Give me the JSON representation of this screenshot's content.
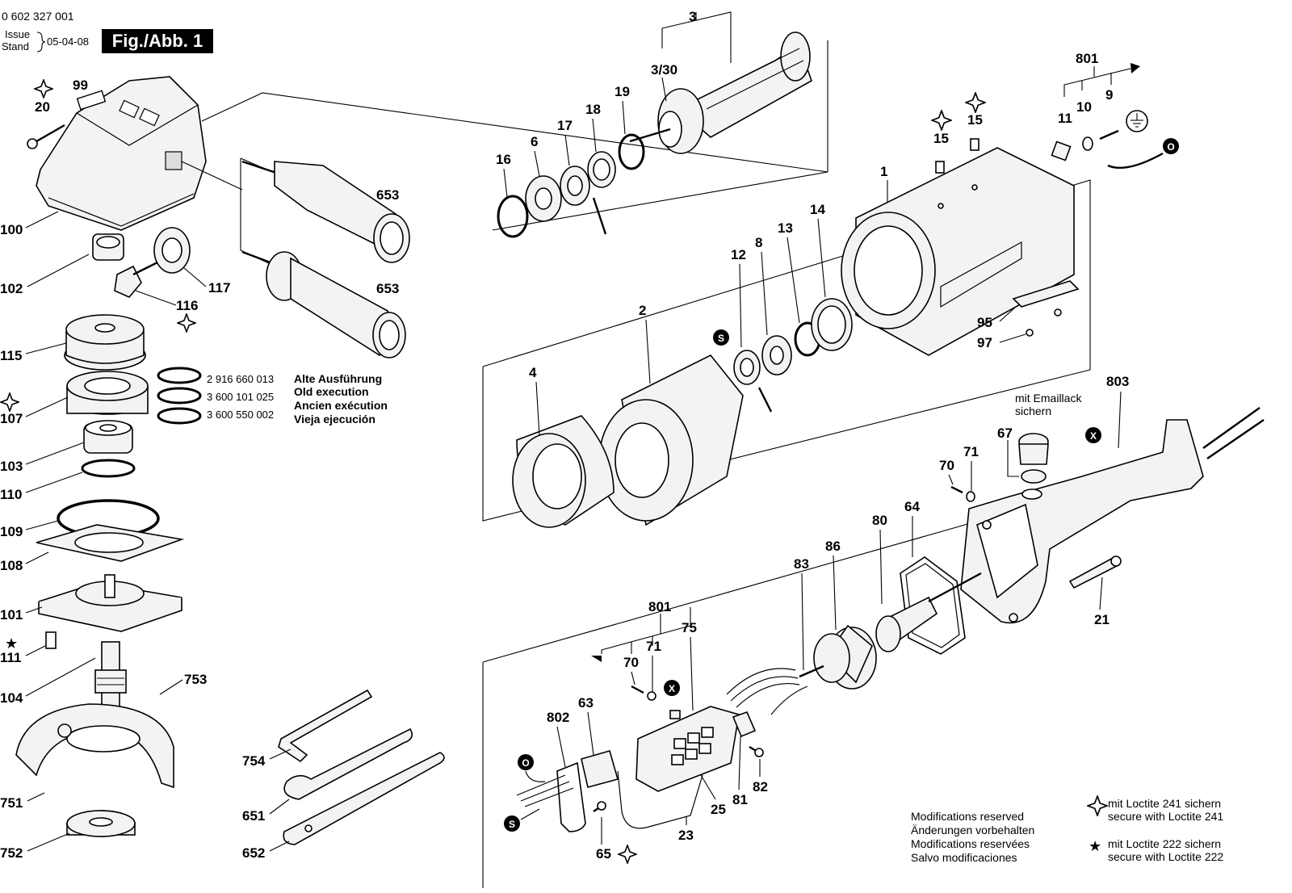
{
  "header": {
    "doc_number": "0 602 327 001",
    "issue_label": "Issue",
    "stand_label": "Stand",
    "date": "05-04-08",
    "figure": "Fig./Abb. 1"
  },
  "variants": [
    {
      "number": "2 916 660 013",
      "text": "Alte Ausführung"
    },
    {
      "number": "3 600 101 025",
      "text": "Old execution"
    },
    {
      "number": "3 600 550 002",
      "text": "Ancien exécution"
    },
    {
      "number": "",
      "text": "Vieja ejecución"
    }
  ],
  "note_emaillack": [
    "mit Emaillack",
    "sichern"
  ],
  "modifications": [
    "Modifications reserved",
    "Änderungen vorbehalten",
    "Modifications reservées",
    "Salvo modificaciones"
  ],
  "legend": {
    "loctite241": [
      "mit Loctite 241 sichern",
      "secure with Loctite 241"
    ],
    "loctite222": [
      "mit Loctite 222 sichern",
      "secure with Loctite 222"
    ]
  },
  "part_labels": {
    "p20": "20",
    "p99": "99",
    "p100": "100",
    "p102": "102",
    "p117": "117",
    "p116": "116",
    "p115": "115",
    "p107": "107",
    "p103": "103",
    "p110": "110",
    "p109": "109",
    "p108": "108",
    "p101": "101",
    "p111": "111",
    "p104": "104",
    "p753": "753",
    "p751": "751",
    "p752": "752",
    "p754": "754",
    "p651": "651",
    "p652": "652",
    "p653a": "653",
    "p653b": "653",
    "p3": "3",
    "p330": "3/30",
    "p16": "16",
    "p6": "6",
    "p17": "17",
    "p18": "18",
    "p19": "19",
    "p1": "1",
    "p15a": "15",
    "p15b": "15",
    "p801a": "801",
    "p11": "11",
    "p10": "10",
    "p9": "9",
    "p2": "2",
    "p4": "4",
    "p12": "12",
    "p8": "8",
    "p13": "13",
    "p14": "14",
    "p95": "95",
    "p97": "97",
    "p803": "803",
    "p67": "67",
    "p70a": "70",
    "p71a": "71",
    "p80": "80",
    "p64": "64",
    "p83": "83",
    "p86": "86",
    "p21": "21",
    "p801b": "801",
    "p75": "75",
    "p71b": "71",
    "p70b": "70",
    "p802": "802",
    "p63": "63",
    "p81": "81",
    "p82": "82",
    "p25": "25",
    "p23": "23",
    "p65": "65"
  },
  "marker_letters": {
    "o": "O",
    "s": "S",
    "x": "X"
  },
  "icons": [
    "loctite-241-star-icon",
    "loctite-222-star-icon",
    "ground-symbol-icon",
    "arrow-icon"
  ]
}
